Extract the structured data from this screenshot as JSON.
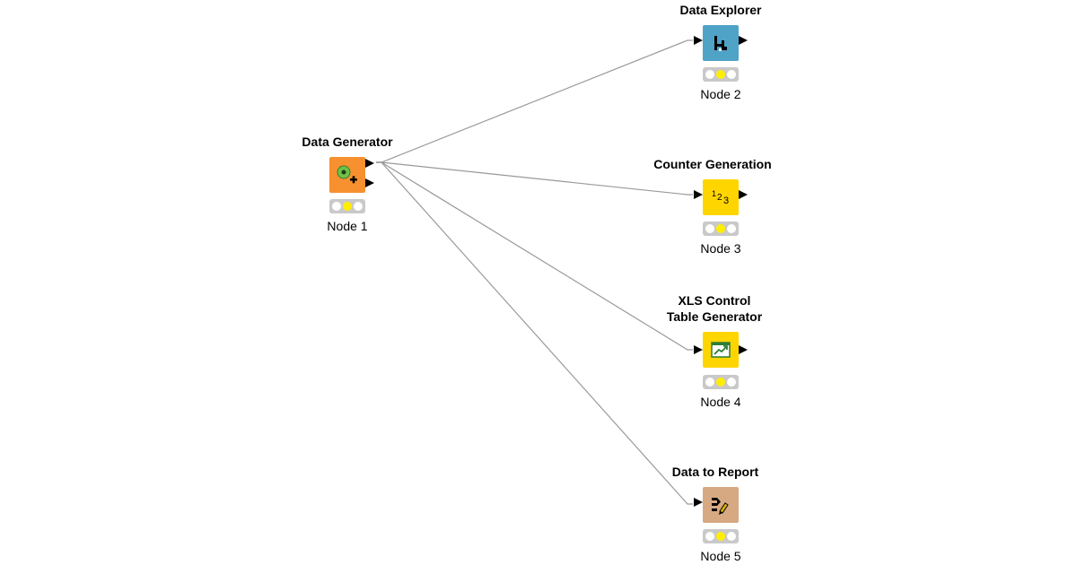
{
  "colors": {
    "source": "#f7902f",
    "visualizer": "#4fa3c7",
    "other": "#ffd500",
    "reporting": "#d7a982",
    "connection": "#999999"
  },
  "nodes": [
    {
      "title": "Data Generator",
      "label": "Node 1",
      "icon": "data-generator-icon"
    },
    {
      "title": "Data Explorer",
      "label": "Node 2",
      "icon": "data-explorer-icon"
    },
    {
      "title": "Counter Generation",
      "label": "Node 3",
      "icon": "counter-generation-icon"
    },
    {
      "title": "XLS Control\nTable Generator",
      "label": "Node 4",
      "icon": "xls-control-icon"
    },
    {
      "title": "Data to Report",
      "label": "Node 5",
      "icon": "data-to-report-icon"
    }
  ]
}
